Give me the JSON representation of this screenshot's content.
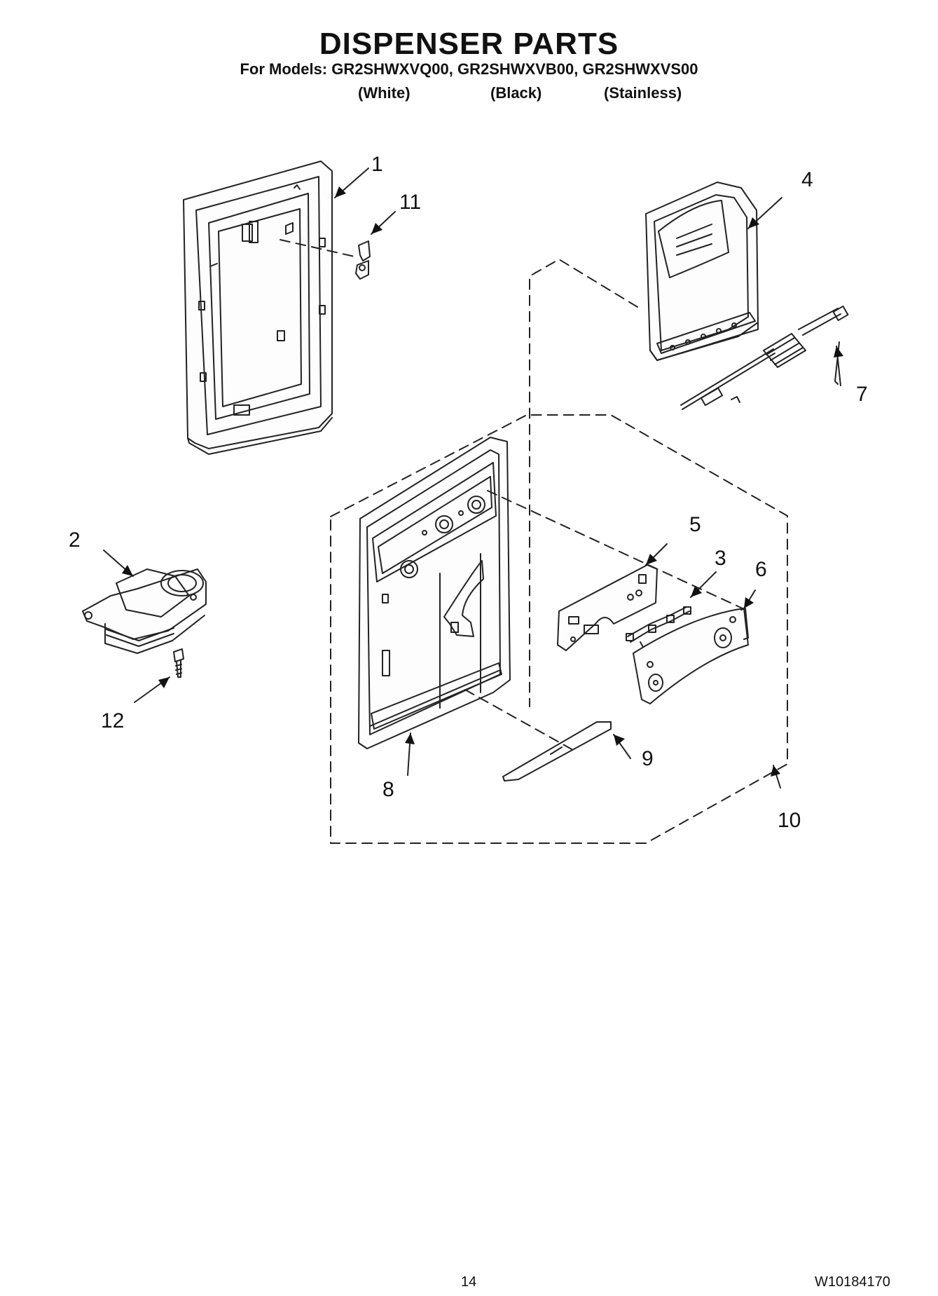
{
  "header": {
    "title": "DISPENSER PARTS",
    "models_line": "For Models: GR2SHWXVQ00, GR2SHWXVB00, GR2SHWXVS00",
    "variants": [
      "(White)",
      "(Black)",
      "(Stainless)"
    ]
  },
  "callouts": [
    "1",
    "2",
    "3",
    "4",
    "5",
    "6",
    "7",
    "8",
    "9",
    "10",
    "11",
    "12"
  ],
  "footer": {
    "page_number": "14",
    "document_number": "W10184170"
  }
}
